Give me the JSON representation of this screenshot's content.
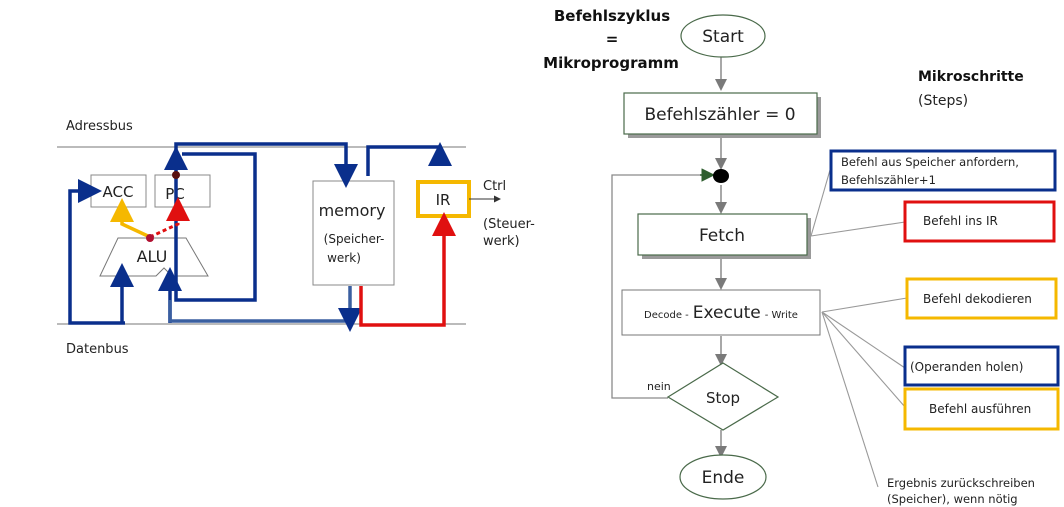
{
  "left": {
    "adressbus": "Adressbus",
    "datenbus": "Datenbus",
    "acc": "ACC",
    "pc": "PC",
    "alu": "ALU",
    "memory": "memory",
    "memory_sub1": "(Speicher-",
    "memory_sub2": "werk)",
    "ir": "IR",
    "ctrl": "Ctrl",
    "steuer1": "(Steuer-",
    "steuer2": "werk)"
  },
  "center": {
    "title1": "Befehlszyklus",
    "title2": "=",
    "title3": "Mikroprogramm",
    "start": "Start",
    "befehlszaehler": "Befehlszähler = 0",
    "fetch": "Fetch",
    "decode": "Decode -",
    "execute": "Execute",
    "write": "- Write",
    "stop": "Stop",
    "nein": "nein",
    "ende": "Ende"
  },
  "right": {
    "title": "Mikroschritte",
    "subtitle": "(Steps)",
    "box1_line1": "Befehl aus Speicher anfordern,",
    "box1_line2": "Befehlszähler+1",
    "box2": "Befehl ins IR",
    "box3": "Befehl dekodieren",
    "box4": "(Operanden holen)",
    "box5": "Befehl ausführen",
    "note_line1": "Ergebnis zurückschreiben",
    "note_line2": "(Speicher), wenn nötig"
  },
  "colors": {
    "blue": "#0a2f8c",
    "red": "#e01010",
    "yellow": "#f5b800",
    "gray": "#808080",
    "green": "#2e5e2e"
  }
}
